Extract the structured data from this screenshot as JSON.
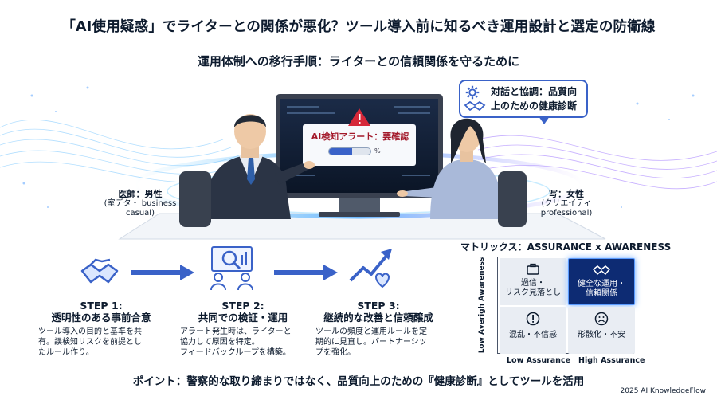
{
  "title": "「AI使用疑惑」でライターとの関係が悪化？ツール導入前に知るべき運用設計と選定の防衛線",
  "subtitle": "運用体制への移行手順：ライターとの信頼関係を守るために",
  "bubble": {
    "line1": "対話と協調：品質向",
    "line2": "上のための健康診断"
  },
  "monitor": {
    "alert": "AI検知アラート：要確認",
    "progress_label": "%",
    "progress_fraction": 0.55
  },
  "left_person": {
    "name": "医師：男性",
    "line2": "(室デタ・ business",
    "line3": "casual)"
  },
  "right_person": {
    "name": "写：女性",
    "line2": "(クリエイティ",
    "line3": "professional)"
  },
  "steps": [
    {
      "title": "STEP 1:",
      "subtitle": "透明性のある事前合意",
      "desc1": "ツール導入の目的と基準を共",
      "desc2": "有。誤検知リスクを前提とし",
      "desc3": "たルール作り。"
    },
    {
      "title": "STEP 2:",
      "subtitle": "共同での検証・運用",
      "desc1": "アラート発生時は、ライターと",
      "desc2": "協力して原因を特定。",
      "desc3": "フィードバックループを構築。"
    },
    {
      "title": "STEP 3:",
      "subtitle": "継続的な改善と信頼醸成",
      "desc1": "ツールの頻度と運用ルールを定",
      "desc2": "期的に見直し。パートナーシッ",
      "desc3": "プを強化。"
    }
  ],
  "matrix": {
    "title": "マトリックス：ASSURANCE x AWARENESS",
    "y_axis": "Low Averigh Awareness",
    "x_low": "Low Assurance",
    "x_high": "High Assurance",
    "cells": {
      "top_left": {
        "line1": "過信・",
        "line2": "リスク見落とし"
      },
      "top_right": {
        "line1": "健全な運用・",
        "line2": "信頼関係"
      },
      "bottom_left": {
        "line1": "混乱・不信感"
      },
      "bottom_right": {
        "line1": "形骸化・不安"
      }
    }
  },
  "point": "ポイント：警察的な取り締まりではなく、品質向上のための『健康診断』としてツールを活用",
  "credit": "2025 AI KnowledgeFlow",
  "colors": {
    "accent": "#3a62c8",
    "alert": "#a3192a",
    "navy": "#0d2b73",
    "text": "#0d1b2e"
  }
}
